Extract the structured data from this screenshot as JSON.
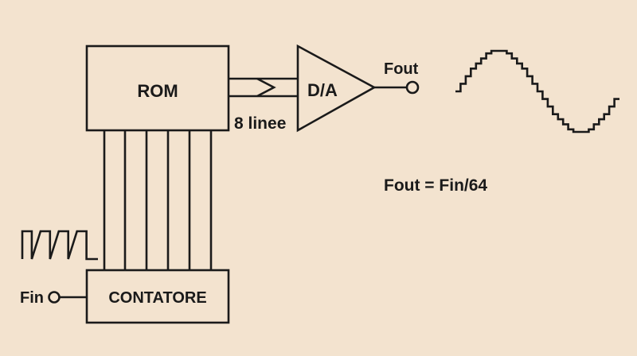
{
  "colors": {
    "background": "#f3e3cf",
    "ink": "#1a1a1a"
  },
  "labels": {
    "rom": "ROM",
    "dac": "D/A",
    "bus_lines": "8 linee",
    "counter": "CONTATORE",
    "input": "Fin",
    "output": "Fout",
    "formula": "Fout = Fin/64"
  },
  "waveforms": {
    "input_clock_pulses": 4,
    "output_steps_per_cycle": 32
  }
}
